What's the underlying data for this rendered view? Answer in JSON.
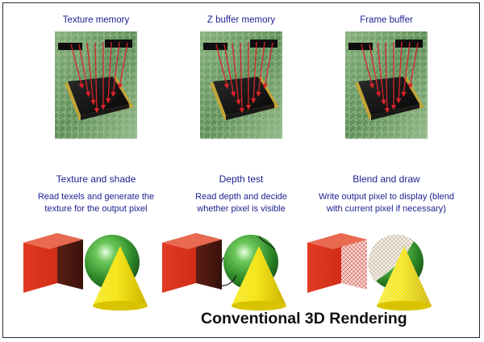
{
  "title": "Conventional 3D Rendering",
  "memories": [
    {
      "label": "Texture memory",
      "arrows": "down",
      "icon": "cpu-chip-memory-access-icon"
    },
    {
      "label": "Z buffer memory",
      "arrows": "down",
      "icon": "cpu-chip-memory-access-icon"
    },
    {
      "label": "Frame buffer",
      "arrows": "down",
      "icon": "cpu-chip-memory-access-icon"
    }
  ],
  "steps": [
    {
      "title": "Texture and shade",
      "desc1": "Read texels and generate the",
      "desc2": "texture for the output pixel",
      "scene": "textured-shapes"
    },
    {
      "title": "Depth test",
      "desc1": "Read depth and decide",
      "desc2": "whether pixel is visible",
      "scene": "depth-tested-shapes"
    },
    {
      "title": "Blend and draw",
      "desc1": "Write output pixel to display (blend",
      "desc2": "with current pixel if necessary)",
      "scene": "blended-wireframe-shapes"
    }
  ],
  "colors": {
    "text_blue": "#1b1f8f",
    "arrow_red": "#d8232a",
    "cube_red": "#e0341e",
    "sphere_green": "#3a9a34",
    "cone_yellow": "#f4e21a",
    "board_green": "#6f9f6a"
  }
}
